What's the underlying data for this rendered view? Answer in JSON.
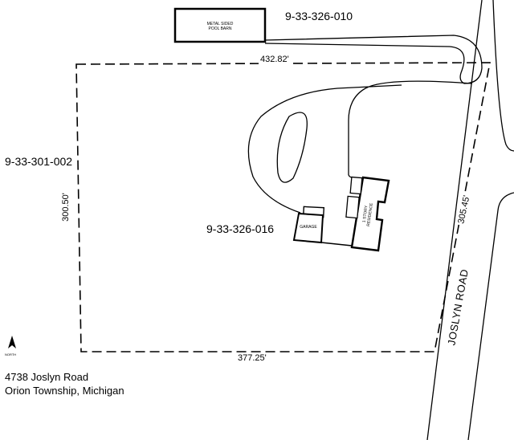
{
  "parcels": {
    "north": "9-33-326-010",
    "west": "9-33-301-002",
    "subject": "9-33-326-016"
  },
  "dimensions": {
    "north": "432.82'",
    "south": "377.25'",
    "west": "300.50'",
    "east": "305.45'"
  },
  "buildings": {
    "pool_barn_line1": "METAL SIDED",
    "pool_barn_line2": "POOL BARN",
    "garage": "GARAGE",
    "residence_line1": "1 STORY",
    "residence_line2": "RESIDENCE"
  },
  "road_label": "JOSLYN ROAD",
  "north_arrow_label": "NORTH",
  "address": {
    "line1": "4738 Joslyn Road",
    "line2": "Orion Township, Michigan"
  }
}
